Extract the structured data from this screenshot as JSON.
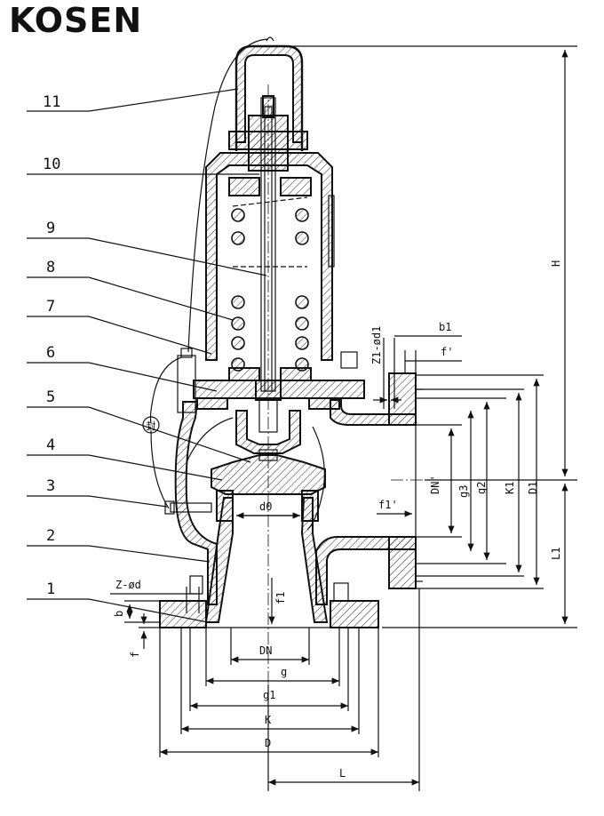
{
  "brand": "KOSEN",
  "part_numbers": [
    "11",
    "10",
    "9",
    "8",
    "7",
    "6",
    "5",
    "4",
    "3",
    "2",
    "1"
  ],
  "seal_glyph": "封",
  "dimensions": {
    "H": "H",
    "L1": "L1",
    "L": "L",
    "D": "D",
    "K": "K",
    "g1": "g1",
    "g": "g",
    "DN": "DN",
    "f1": "f1",
    "b": "b",
    "f": "f",
    "Z_d": "Z-ød",
    "d0": "d0",
    "f1_prime": "f1'",
    "DN_prime": "DN'",
    "g3": "g3",
    "g2": "g2",
    "K1": "K1",
    "D1": "D1",
    "Z1_d1": "Z1-ød1",
    "b1": "b1",
    "f_prime": "f'"
  }
}
